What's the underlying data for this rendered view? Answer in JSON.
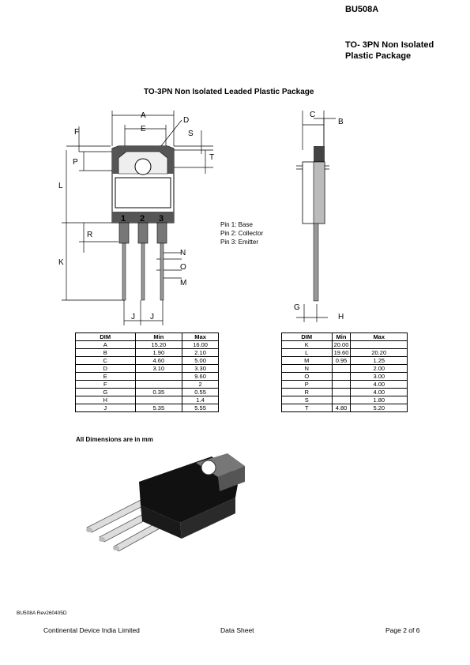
{
  "header": {
    "part_number": "BU508A",
    "package_line1": "TO- 3PN Non Isolated",
    "package_line2": "Plastic Package"
  },
  "drawing": {
    "title": "TO-3PN Non Isolated  Leaded Plastic Package",
    "pin_numbers": [
      "1",
      "2",
      "3"
    ],
    "dimension_letters": {
      "A": "A",
      "E": "E",
      "D": "D",
      "F": "F",
      "S": "S",
      "P": "P",
      "T": "T",
      "L": "L",
      "R": "R",
      "K": "K",
      "N": "N",
      "O": "O",
      "M": "M",
      "J": "J",
      "C": "C",
      "B": "B",
      "G": "G",
      "H": "H"
    },
    "pin_labels": [
      "Pin 1: Base",
      "Pin 2: Collector",
      "Pin 3: Emitter"
    ]
  },
  "table_left": {
    "headers": [
      "DIM",
      "Min",
      "Max"
    ],
    "rows": [
      [
        "A",
        "15.20",
        "16.00"
      ],
      [
        "B",
        "1.90",
        "2.10"
      ],
      [
        "C",
        "4.60",
        "5.00"
      ],
      [
        "D",
        "3.10",
        "3.30"
      ],
      [
        "E",
        "",
        "9.60"
      ],
      [
        "F",
        "",
        "2"
      ],
      [
        "G",
        "0.35",
        "0.55"
      ],
      [
        "H",
        "",
        "1.4"
      ],
      [
        "J",
        "5.35",
        "5.55"
      ]
    ]
  },
  "table_right": {
    "headers": [
      "DIM",
      "Min",
      "Max"
    ],
    "rows": [
      [
        "K",
        "20.00",
        ""
      ],
      [
        "L",
        "19.60",
        "20.20"
      ],
      [
        "M",
        "0.95",
        "1.25"
      ],
      [
        "N",
        "",
        "2.00"
      ],
      [
        "O",
        "",
        "3.00"
      ],
      [
        "P",
        "",
        "4.00"
      ],
      [
        "R",
        "",
        "4.00"
      ],
      [
        "S",
        "",
        "1.80"
      ],
      [
        "T",
        "4.80",
        "5.20"
      ]
    ]
  },
  "note": "All Dimensions are in mm",
  "revision": "BU508A Rev260405D",
  "footer": {
    "company": "Continental Device India Limited",
    "doc_type": "Data Sheet",
    "page": "Page 2 of 6"
  }
}
